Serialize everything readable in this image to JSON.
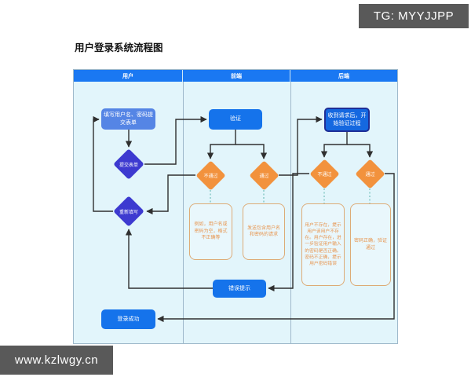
{
  "title": "用户登录系统流程图",
  "watermarks": {
    "top_right": "TG: MYYJJPP",
    "bottom_left": "www.kzlwgy.cn"
  },
  "lanes": {
    "user": "用户",
    "frontend": "前端",
    "backend": "后端"
  },
  "nodes": {
    "fill_form": "填写用户名、密码提交表单",
    "submit_form": "提交表单",
    "refill": "重新填写",
    "login_success": "登录成功",
    "verify": "验证",
    "fe_fail": "不通过",
    "fe_pass": "通过",
    "fe_note_fail": "例如，用户名或密码为空，格式不正确等",
    "fe_note_pass": "发送包含用户名和密码的请求",
    "error_tip": "错误提示",
    "be_receive": "收到请求后，开始验证过程",
    "be_fail": "不通过",
    "be_pass": "通过",
    "be_note_fail": "用户不存在，提示用户该用户不存在。用户存在，进一步验证用户输入的密码是否正确。密码不正确，提示用户密码错误",
    "be_note_pass": "密码正确，验证通过"
  },
  "colors": {
    "lane_header_blue": "#1a78f2",
    "lane_body": "#e2f5fb",
    "node_blue": "#1573eb",
    "node_lightblue": "#5585e5",
    "node_navy_border": "#1f2e96",
    "diamond_indigo": "#3d3ad0",
    "diamond_orange": "#f2923d",
    "note_border": "#ddab77",
    "note_text": "#e8954e",
    "arrow": "#2f2f2f",
    "dotted": "#72bfba",
    "watermark_bg": "#595959"
  }
}
